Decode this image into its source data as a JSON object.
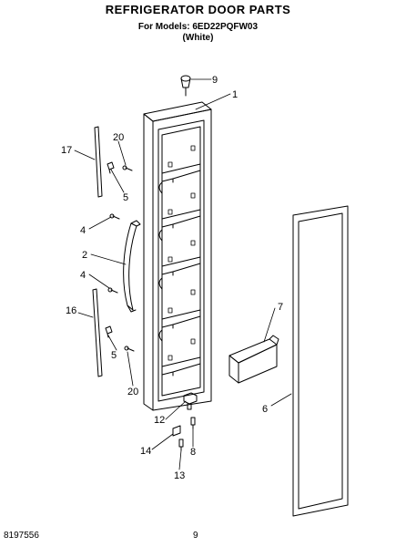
{
  "header": {
    "title": "REFRIGERATOR DOOR PARTS",
    "models": "For Models: 6ED22PQFW03",
    "color": "(White)"
  },
  "footer": {
    "doc_number": "8197556",
    "page_number": "9"
  },
  "callouts": {
    "c1": "1",
    "c2": "2",
    "c4a": "4",
    "c4b": "4",
    "c5a": "5",
    "c5b": "5",
    "c6": "6",
    "c7": "7",
    "c8": "8",
    "c9": "9",
    "c12": "12",
    "c13": "13",
    "c14": "14",
    "c16": "16",
    "c17": "17",
    "c20a": "20",
    "c20b": "20"
  }
}
